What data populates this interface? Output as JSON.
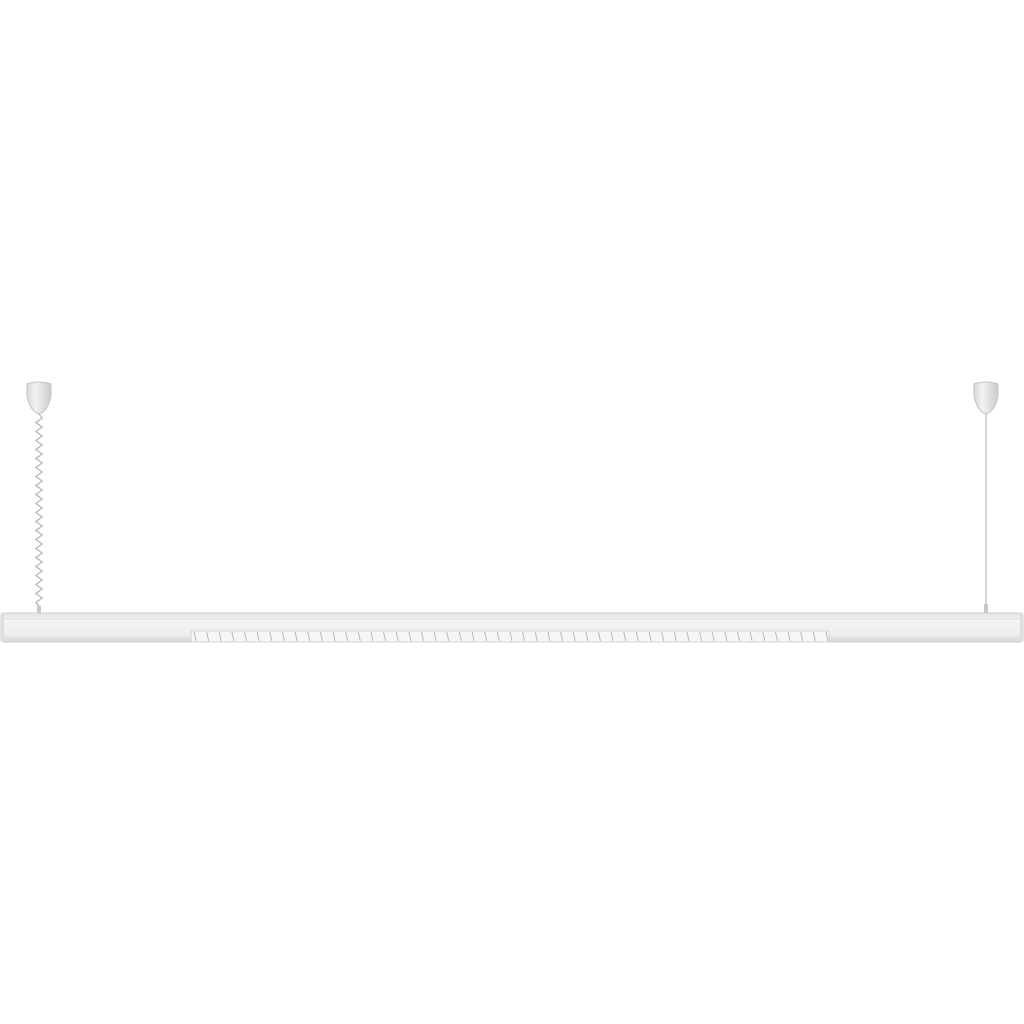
{
  "colors": {
    "background": "#ffffff",
    "body_light": "#f1f1f1",
    "body_mid": "#e6e6e6",
    "body_shadow": "#d2d2d2",
    "outline": "#c9c9c9",
    "louver_dark": "#bdbdbd",
    "cable": "#b8b8b8",
    "canopy": "#e9e9e9",
    "canopy_shadow": "#cfcfcf"
  },
  "product": {
    "type": "linear suspended pendant luminaire",
    "suspension_count": 2,
    "left_cable_style": "coiled power cord",
    "right_cable_style": "straight steel wire",
    "louver_cells": 50
  }
}
